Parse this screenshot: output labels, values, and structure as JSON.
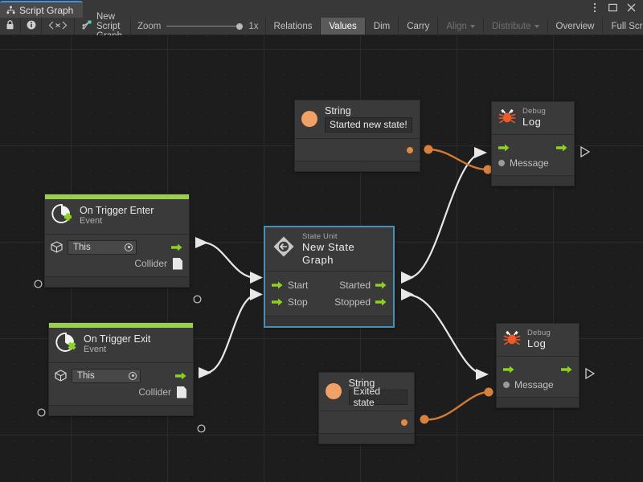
{
  "window": {
    "tab_label": "Script Graph",
    "tab_icon": "graph-icon",
    "buttons": [
      {
        "name": "window-menu-button",
        "glyph": "⋮"
      },
      {
        "name": "maximize-button",
        "glyph": "❐"
      },
      {
        "name": "close-button",
        "glyph": "✕"
      }
    ]
  },
  "toolbar": {
    "lock_icon": "lock-icon",
    "info_icon": "info-icon",
    "code_icon": "code-brackets-icon",
    "graph_icon": "script-graph-icon",
    "graph_name": "New Script Graph",
    "zoom_label": "Zoom",
    "zoom_value": "1x",
    "buttons": [
      {
        "label": "Relations",
        "active": false,
        "disabled": false,
        "caret": false
      },
      {
        "label": "Values",
        "active": true,
        "disabled": false,
        "caret": false
      },
      {
        "label": "Dim",
        "active": false,
        "disabled": false,
        "caret": false
      },
      {
        "label": "Carry",
        "active": false,
        "disabled": false,
        "caret": false
      },
      {
        "label": "Align",
        "active": false,
        "disabled": true,
        "caret": true
      },
      {
        "label": "Distribute",
        "active": false,
        "disabled": true,
        "caret": true
      },
      {
        "label": "Overview",
        "active": false,
        "disabled": false,
        "caret": false
      },
      {
        "label": "Full Scr",
        "active": false,
        "disabled": false,
        "caret": false
      }
    ]
  },
  "colors": {
    "event_header": "#9acd50",
    "flow_port": "#8bd222",
    "value_port": "#e08a45",
    "wire_flow": "#e8e8e8",
    "wire_value": "#cf7a36",
    "selection": "#4a8fb8",
    "node_bg": "#3a3a3a",
    "canvas_bg": "#1d1d1d"
  },
  "nodes": {
    "string_top": {
      "title": "String",
      "value": "Started new state!",
      "icon": "string-value-icon"
    },
    "debug_log_top": {
      "title": "Debug",
      "subtitle": "Log",
      "icon": "bug-icon",
      "input_label": "Message"
    },
    "on_trigger_enter": {
      "title": "On Trigger Enter",
      "subtitle": "Event",
      "icon": "event-enter-icon",
      "target": "This",
      "output_label": "Collider"
    },
    "state_unit": {
      "title": "State Unit",
      "subtitle": "New  State  Graph",
      "icon": "state-unit-icon",
      "inputs": [
        "Start",
        "Stop"
      ],
      "outputs": [
        "Started",
        "Stopped"
      ],
      "selected": true
    },
    "on_trigger_exit": {
      "title": "On Trigger Exit",
      "subtitle": "Event",
      "icon": "event-exit-icon",
      "target": "This",
      "output_label": "Collider"
    },
    "string_bottom": {
      "title": "String",
      "value": "Exited state",
      "icon": "string-value-icon"
    },
    "debug_log_bottom": {
      "title": "Debug",
      "subtitle": "Log",
      "icon": "bug-icon",
      "input_label": "Message"
    }
  }
}
